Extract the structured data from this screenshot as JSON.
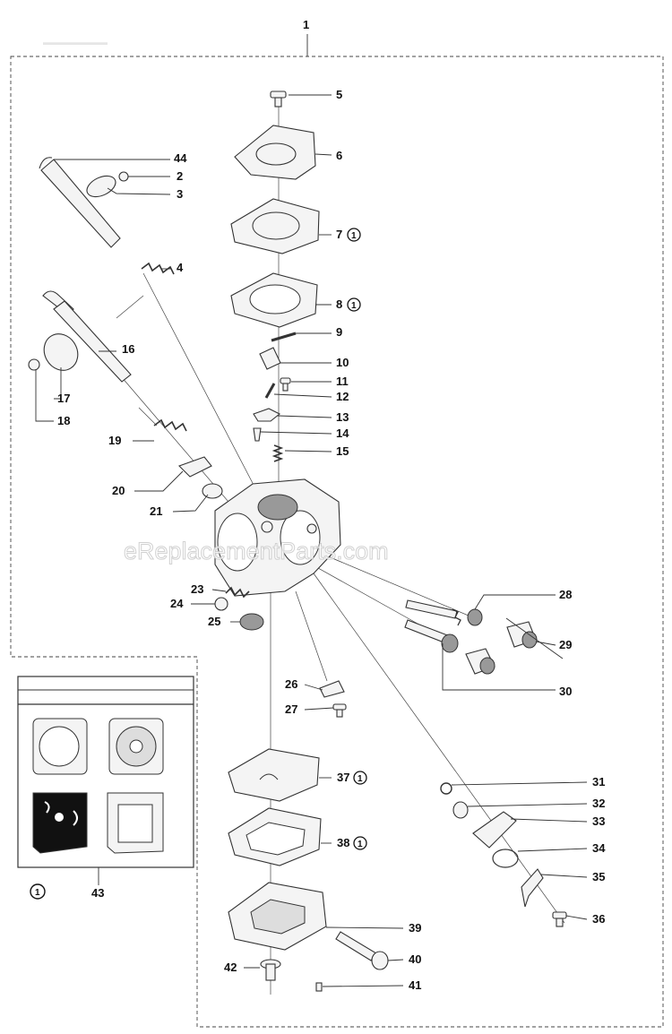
{
  "assembly_number": "1",
  "watermark": "eReplacementParts.com",
  "kit_callout": "43",
  "kit_marker": "1",
  "marker_circle_text": "1",
  "callouts": [
    {
      "id": "c5",
      "label": "5"
    },
    {
      "id": "c6",
      "label": "6"
    },
    {
      "id": "c7",
      "label": "7",
      "kit": true
    },
    {
      "id": "c8",
      "label": "8",
      "kit": true
    },
    {
      "id": "c9",
      "label": "9"
    },
    {
      "id": "c10",
      "label": "10"
    },
    {
      "id": "c11",
      "label": "11"
    },
    {
      "id": "c12",
      "label": "12"
    },
    {
      "id": "c13",
      "label": "13"
    },
    {
      "id": "c14",
      "label": "14"
    },
    {
      "id": "c15",
      "label": "15"
    },
    {
      "id": "c44",
      "label": "44"
    },
    {
      "id": "c2",
      "label": "2"
    },
    {
      "id": "c3",
      "label": "3"
    },
    {
      "id": "c4",
      "label": "4"
    },
    {
      "id": "c16",
      "label": "16"
    },
    {
      "id": "c17",
      "label": "17"
    },
    {
      "id": "c18",
      "label": "18"
    },
    {
      "id": "c19",
      "label": "19"
    },
    {
      "id": "c20",
      "label": "20"
    },
    {
      "id": "c21",
      "label": "21"
    },
    {
      "id": "c23",
      "label": "23"
    },
    {
      "id": "c24",
      "label": "24"
    },
    {
      "id": "c25",
      "label": "25"
    },
    {
      "id": "c28",
      "label": "28"
    },
    {
      "id": "c29",
      "label": "29"
    },
    {
      "id": "c30",
      "label": "30"
    },
    {
      "id": "c26",
      "label": "26"
    },
    {
      "id": "c27",
      "label": "27"
    },
    {
      "id": "c31",
      "label": "31"
    },
    {
      "id": "c32",
      "label": "32"
    },
    {
      "id": "c33",
      "label": "33"
    },
    {
      "id": "c34",
      "label": "34"
    },
    {
      "id": "c35",
      "label": "35"
    },
    {
      "id": "c36",
      "label": "36"
    },
    {
      "id": "c37",
      "label": "37",
      "kit": true
    },
    {
      "id": "c38",
      "label": "38",
      "kit": true
    },
    {
      "id": "c39",
      "label": "39"
    },
    {
      "id": "c40",
      "label": "40"
    },
    {
      "id": "c41",
      "label": "41"
    },
    {
      "id": "c42",
      "label": "42"
    }
  ]
}
